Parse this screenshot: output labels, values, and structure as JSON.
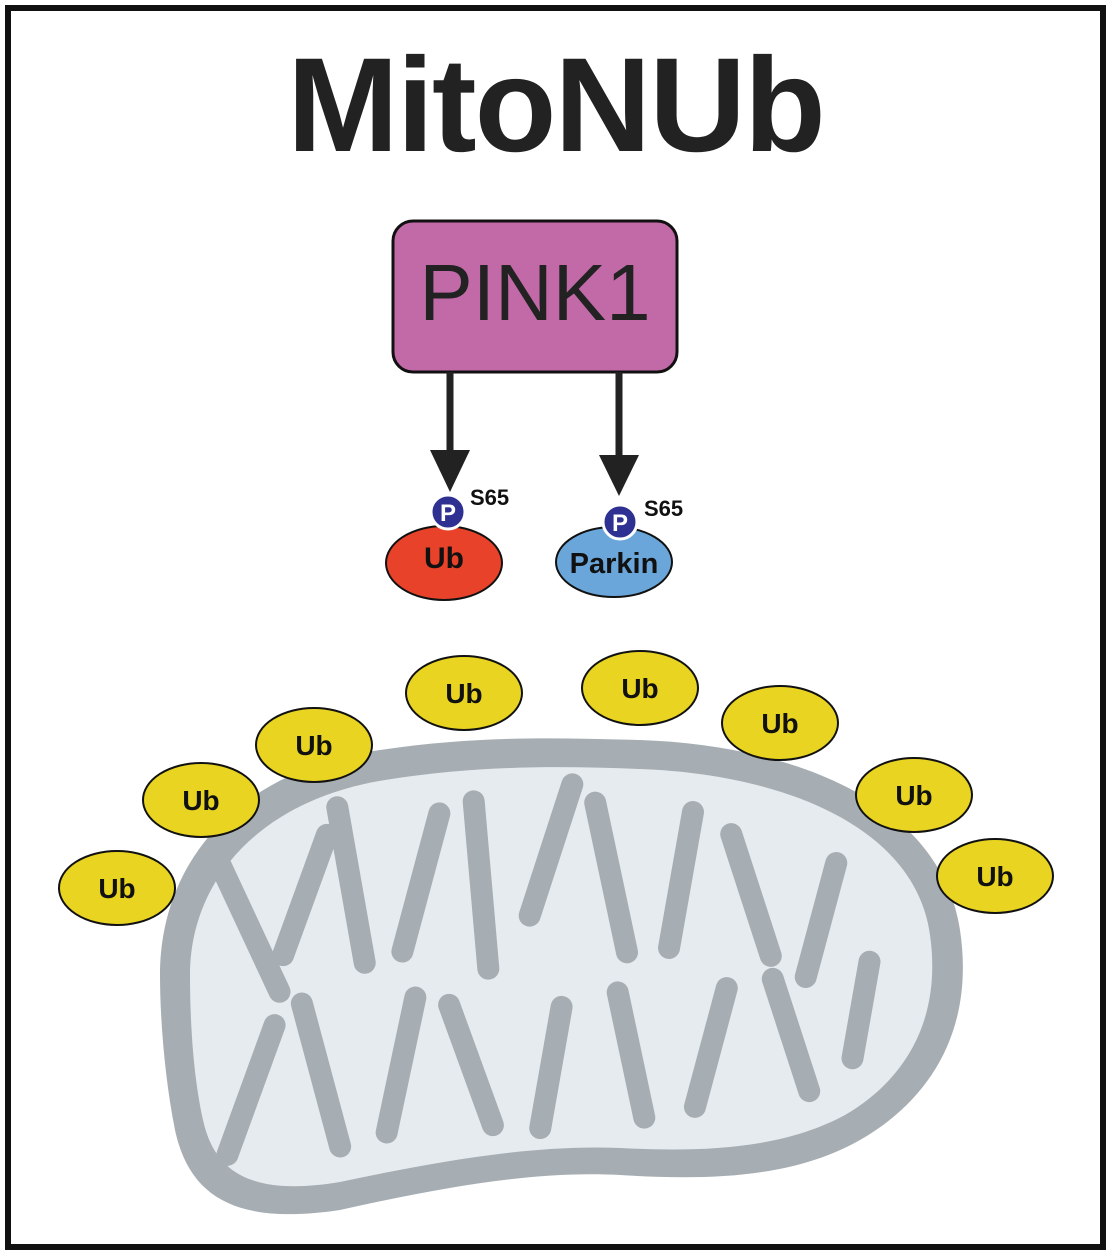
{
  "title": "MitoNUb",
  "kinase": {
    "label": "PINK1",
    "fill": "#c26aa8"
  },
  "targets": [
    {
      "label": "Ub",
      "site": "S65",
      "phospho_symbol": "P",
      "fill": "#e8432a"
    },
    {
      "label": "Parkin",
      "site": "S65",
      "phospho_symbol": "P",
      "fill": "#6aa6d9"
    }
  ],
  "surface_ubiquitin": {
    "label": "Ub",
    "fill": "#e8d421",
    "items": [
      "Ub",
      "Ub",
      "Ub",
      "Ub",
      "Ub",
      "Ub",
      "Ub",
      "Ub"
    ]
  },
  "colors": {
    "phospho": "#2e3191",
    "mito_outer": "#a7aeb3",
    "mito_inner": "#e6ebf0"
  },
  "icons": {
    "organelle": "mitochondrion-icon",
    "arrow": "arrow-down-icon"
  }
}
